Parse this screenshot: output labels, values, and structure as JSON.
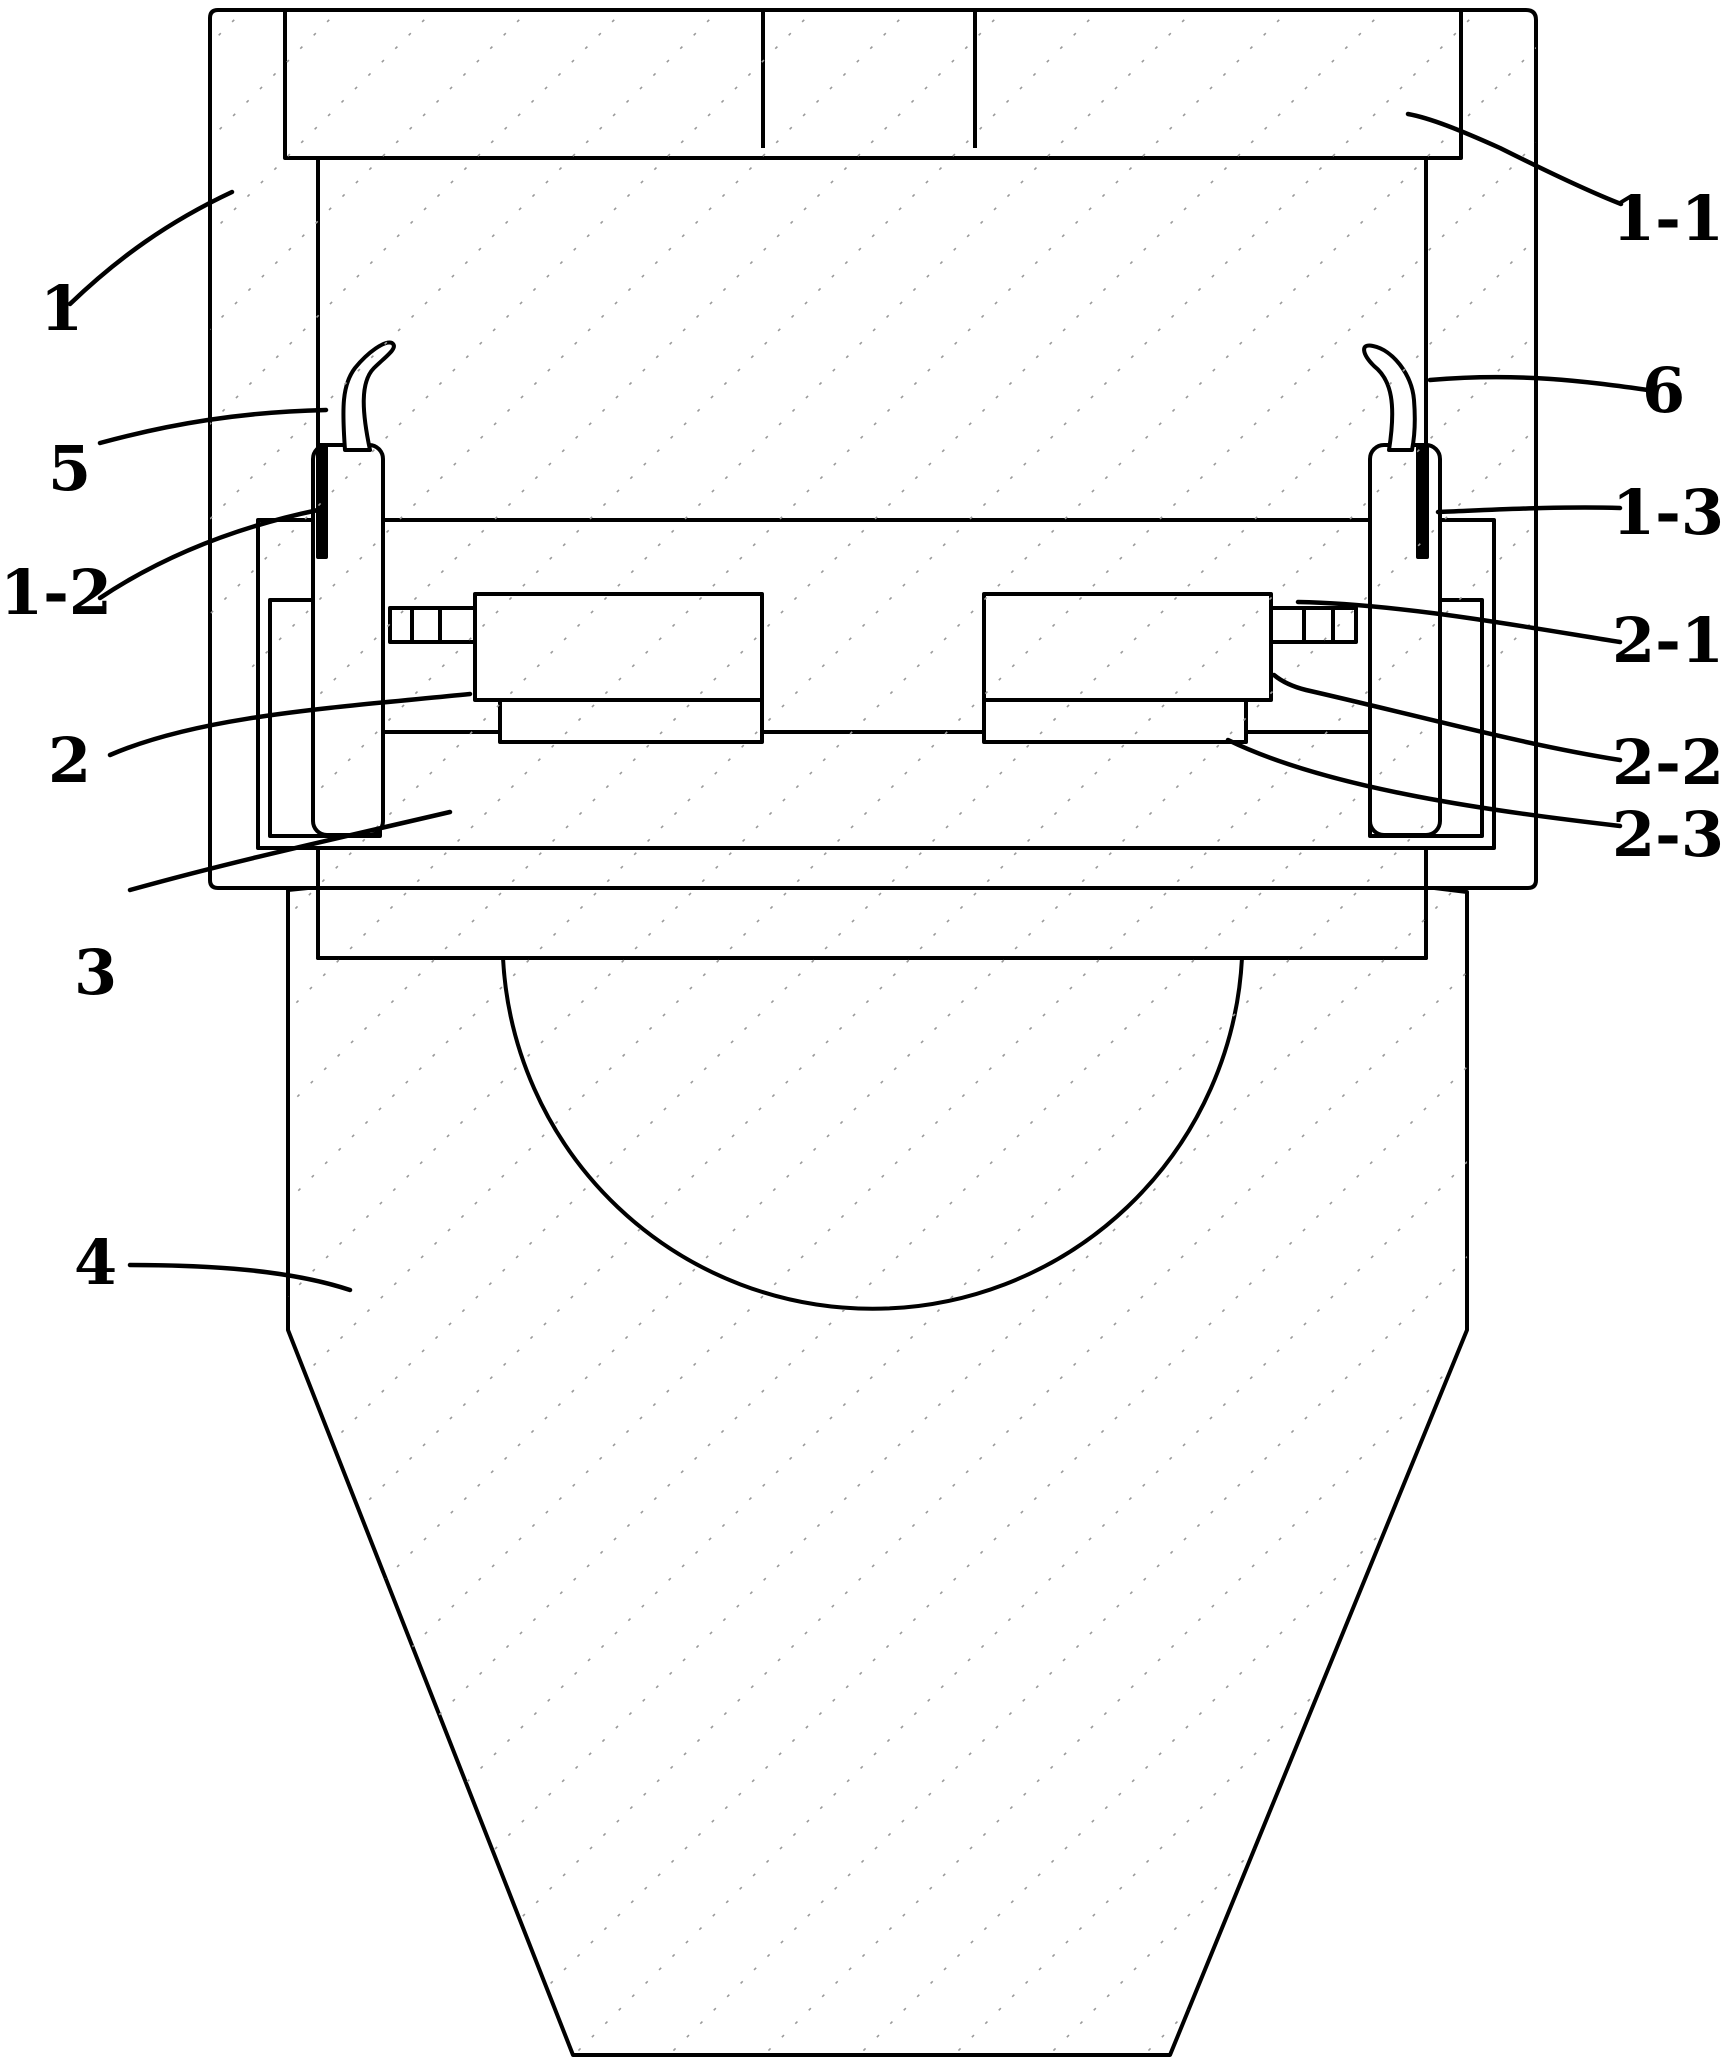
{
  "labels": {
    "part_1": "1",
    "part_1_1": "1-1",
    "part_1_2": "1-2",
    "part_1_3": "1-3",
    "part_2": "2",
    "part_2_1": "2-1",
    "part_2_2": "2-2",
    "part_2_3": "2-3",
    "part_3": "3",
    "part_4": "4",
    "part_5": "5",
    "part_6": "6"
  },
  "colors": {
    "line": "#000000",
    "background": "#ffffff",
    "hatch": "#9a9a9a"
  }
}
